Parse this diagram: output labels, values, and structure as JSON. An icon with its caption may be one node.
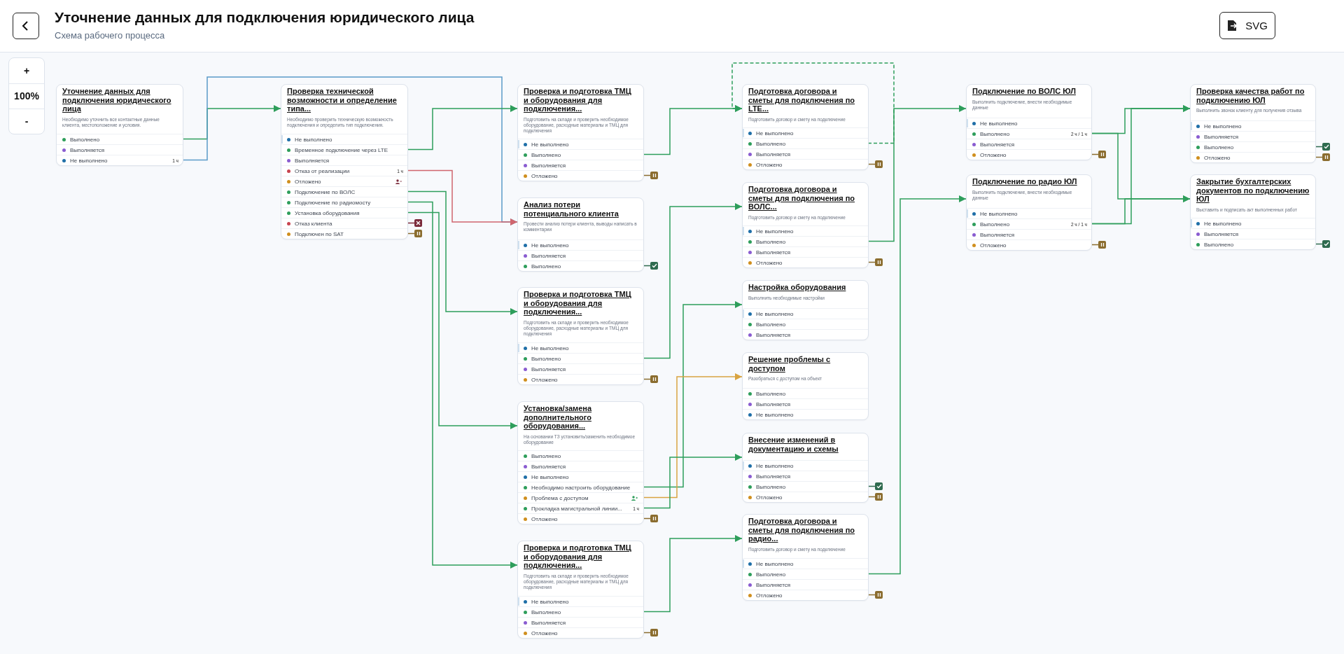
{
  "diagram": {
    "title": "Уточнение данных для подключения юридического лица",
    "nodes": [
      {
        "text": [
          "Уточнение данных для подключения юридического лица",
          "Необходимо уточнить все контактные данные клиента, местоположение и условия."
        ]
      },
      {
        "text": [
          "Выполнено"
        ],
        "in": 0
      },
      {
        "text": [
          "Выполняется"
        ],
        "in": 0
      },
      {
        "text": [
          "Не выполнено",
          "1 ч"
        ],
        "in": 0
      },
      {
        "text": [
          "Проверка технической возможности и определение типа...",
          "Необходимо проверить техническую возможность подключения и определить тип подключения."
        ]
      },
      {
        "text": [
          "Не выполнено"
        ],
        "in": 4
      },
      {
        "text": [
          "Временное подключение через LTE"
        ],
        "in": 4
      },
      {
        "text": [
          "Выполняется"
        ],
        "in": 4
      },
      {
        "text": [
          "Отказ от реализации",
          "1 ч"
        ],
        "in": 4
      },
      {
        "text": [
          "Отложено"
        ],
        "in": 4
      },
      {
        "text": [
          "Подключение по ВОЛС"
        ],
        "in": 4
      },
      {
        "text": [
          "Подключение по радиомосту"
        ],
        "in": 4
      },
      {
        "text": [
          "Установка оборудования"
        ],
        "in": 4
      },
      {
        "text": [
          "Отказ клиента"
        ],
        "in": 4
      },
      {
        "text": [
          "Подключен по SAT"
        ],
        "in": 4
      },
      {
        "text": [
          "Проверка и подготовка ТМЦ и оборудования для подключения...",
          "Подготовить на складе и проверить необходимое оборудование, расходные материалы и ТМЦ для подключения"
        ]
      },
      {
        "text": [
          "Не выполнено"
        ],
        "in": 15
      },
      {
        "text": [
          "Выполнено"
        ],
        "in": 15
      },
      {
        "text": [
          "Выполняется"
        ],
        "in": 15
      },
      {
        "text": [
          "Отложено"
        ],
        "in": 15
      },
      {
        "text": [
          "Анализ потери потенциального клиента",
          "Провести анализ потери клиента, выводы написать в комментарии"
        ]
      },
      {
        "text": [
          "Не выполнено"
        ],
        "in": 20
      },
      {
        "text": [
          "Выполняется"
        ],
        "in": 20
      },
      {
        "text": [
          "Выполнено"
        ],
        "in": 20
      },
      {
        "text": [
          "Проверка и подготовка ТМЦ и оборудования для подключения...",
          "Подготовить на складе и проверить необходимое оборудование, расходные материалы и ТМЦ для подключения"
        ]
      },
      {
        "text": [
          "Не выполнено"
        ],
        "in": 24
      },
      {
        "text": [
          "Выполнено"
        ],
        "in": 24
      },
      {
        "text": [
          "Выполняется"
        ],
        "in": 24
      },
      {
        "text": [
          "Отложено"
        ],
        "in": 24
      },
      {
        "text": [
          "Установка/замена дополнительного оборудования...",
          "На основании ТЗ установить/заменить необходимое оборудование"
        ]
      },
      {
        "text": [
          "Выполнено"
        ],
        "in": 29
      },
      {
        "text": [
          "Выполняется"
        ],
        "in": 29
      },
      {
        "text": [
          "Не выполнено"
        ],
        "in": 29
      },
      {
        "text": [
          "Необходимо настроить оборудование"
        ],
        "in": 29
      },
      {
        "text": [
          "Проблема с доступом"
        ],
        "in": 29
      },
      {
        "text": [
          "Прокладка магистральной линии...",
          "1 ч"
        ],
        "in": 29
      },
      {
        "text": [
          "Отложено"
        ],
        "in": 29
      },
      {
        "text": [
          "Проверка и подготовка ТМЦ и оборудования для подключения...",
          "Подготовить на складе и проверить необходимое оборудование, расходные материалы и ТМЦ для подключения"
        ]
      },
      {
        "text": [
          "Не выполнено"
        ],
        "in": 37
      },
      {
        "text": [
          "Выполнено"
        ],
        "in": 37
      },
      {
        "text": [
          "Выполняется"
        ],
        "in": 37
      },
      {
        "text": [
          "Отложено"
        ],
        "in": 37
      },
      {
        "text": [
          "Подготовка договора и сметы для подключения по LTE...",
          "Подготовить договор и смету на подключение"
        ]
      },
      {
        "text": [
          "Не выполнено"
        ],
        "in": 42
      },
      {
        "text": [
          "Выполнено"
        ],
        "in": 42
      },
      {
        "text": [
          "Выполняется"
        ],
        "in": 42
      },
      {
        "text": [
          "Отложено"
        ],
        "in": 42
      },
      {
        "text": [
          "Подготовка договора и сметы для подключения по ВОЛС...",
          "Подготовить договор и смету на подключение"
        ]
      },
      {
        "text": [
          "Не выполнено"
        ],
        "in": 47
      },
      {
        "text": [
          "Выполнено"
        ],
        "in": 47
      },
      {
        "text": [
          "Выполняется"
        ],
        "in": 47
      },
      {
        "text": [
          "Отложено"
        ],
        "in": 47
      },
      {
        "text": [
          "Настройка оборудования",
          "Выполнить необходимые настройки"
        ]
      },
      {
        "text": [
          "Не выполнено"
        ],
        "in": 52
      },
      {
        "text": [
          "Выполнено"
        ],
        "in": 52
      },
      {
        "text": [
          "Выполняется"
        ],
        "in": 52
      },
      {
        "text": [
          "Решение проблемы с доступом",
          "Разобраться с доступом на объект"
        ]
      },
      {
        "text": [
          "Выполнено"
        ],
        "in": 56
      },
      {
        "text": [
          "Выполняется"
        ],
        "in": 56
      },
      {
        "text": [
          "Не выполнено"
        ],
        "in": 56
      },
      {
        "text": [
          "Внесение изменений в документацию и схемы"
        ]
      },
      {
        "text": [
          "Не выполнено"
        ],
        "in": 60
      },
      {
        "text": [
          "Выполняется"
        ],
        "in": 60
      },
      {
        "text": [
          "Выполнено"
        ],
        "in": 60
      },
      {
        "text": [
          "Отложено"
        ],
        "in": 60
      },
      {
        "text": [
          "Подготовка договора и сметы для подключения по радио...",
          "Подготовить договор и смету на подключение"
        ]
      },
      {
        "text": [
          "Не выполнено"
        ],
        "in": 65
      },
      {
        "text": [
          "Выполнено"
        ],
        "in": 65
      },
      {
        "text": [
          "Выполняется"
        ],
        "in": 65
      },
      {
        "text": [
          "Отложено"
        ],
        "in": 65
      },
      {
        "text": [
          "Подключение по ВОЛС ЮЛ",
          "Выполнить подключение, внести необходимые данные"
        ]
      },
      {
        "text": [
          "Не выполнено"
        ],
        "in": 70
      },
      {
        "text": [
          "Выполнено",
          "2 ч / 1 ч"
        ],
        "in": 70
      },
      {
        "text": [
          "Выполняется"
        ],
        "in": 70
      },
      {
        "text": [
          "Отложено"
        ],
        "in": 70
      },
      {
        "text": [
          "Подключение по радио ЮЛ",
          "Выполнить подключение, внести необходимые данные"
        ]
      },
      {
        "text": [
          "Не выполнено"
        ],
        "in": 75
      },
      {
        "text": [
          "Выполнено",
          "2 ч / 1 ч"
        ],
        "in": 75
      },
      {
        "text": [
          "Выполняется"
        ],
        "in": 75
      },
      {
        "text": [
          "Отложено"
        ],
        "in": 75
      },
      {
        "text": [
          "Проверка качества работ по подключению ЮЛ",
          "Выполнить звонок клиенту для получения отзыва"
        ]
      },
      {
        "text": [
          "Не выполнено"
        ],
        "in": 80
      },
      {
        "text": [
          "Выполняется"
        ],
        "in": 80
      },
      {
        "text": [
          "Выполнено"
        ],
        "in": 80
      },
      {
        "text": [
          "Отложено"
        ],
        "in": 80
      },
      {
        "text": [
          "Закрытие бухгалтерских документов по подключению ЮЛ",
          "Выставить и подписать акт выполненных работ"
        ]
      },
      {
        "text": [
          "Не выполнено"
        ],
        "in": 85
      },
      {
        "text": [
          "Выполняется"
        ],
        "in": 85
      },
      {
        "text": [
          "Выполнено"
        ],
        "in": 85
      },
      {
        "text": [],
        "shape": "box"
      },
      {
        "text": [],
        "shape": "box"
      },
      {
        "text": [],
        "shape": "box"
      },
      {
        "text": [],
        "shape": "box"
      },
      {
        "text": [],
        "shape": "box"
      },
      {
        "text": [],
        "shape": "box"
      },
      {
        "text": [],
        "shape": "box"
      },
      {
        "text": [],
        "shape": "box"
      },
      {
        "text": [],
        "shape": "box"
      },
      {
        "text": [],
        "shape": "box"
      },
      {
        "text": [],
        "shape": "box"
      },
      {
        "text": [],
        "shape": "box"
      },
      {
        "text": [],
        "shape": "box"
      },
      {
        "text": [],
        "shape": "box"
      },
      {
        "text": [],
        "shape": "box"
      },
      {
        "text": [],
        "shape": "box"
      },
      {
        "text": [],
        "shape": "box"
      }
    ],
    "edges": [
      {
        "from": 1,
        "to": 4,
        "arrow": "to"
      },
      {
        "from": 3,
        "to": 20,
        "arrow": "to",
        "color": "#5b9bc8"
      },
      {
        "from": 6,
        "to": 15,
        "arrow": "to"
      },
      {
        "from": 8,
        "to": 20,
        "arrow": "to",
        "color": "#d0666e"
      },
      {
        "from": 10,
        "to": 24,
        "arrow": "to"
      },
      {
        "from": 11,
        "to": 37,
        "arrow": "to"
      },
      {
        "from": 12,
        "to": 29,
        "arrow": "to"
      },
      {
        "from": 13,
        "to": 89,
        "arrow": "none",
        "color": "#7a2a3a"
      },
      {
        "from": 14,
        "to": 90,
        "arrow": "none",
        "color": "#8b6d2f"
      },
      {
        "from": 17,
        "to": 42,
        "arrow": "to"
      },
      {
        "from": 19,
        "to": 91,
        "arrow": "none",
        "color": "#8b6d2f"
      },
      {
        "from": 23,
        "to": 92,
        "arrow": "none",
        "color": "#2f6b4f"
      },
      {
        "from": 26,
        "to": 47,
        "arrow": "to"
      },
      {
        "from": 28,
        "to": 93,
        "arrow": "none",
        "color": "#8b6d2f"
      },
      {
        "from": 33,
        "to": 52,
        "arrow": "to"
      },
      {
        "from": 34,
        "to": 56,
        "arrow": "to",
        "color": "#d9a441"
      },
      {
        "from": 35,
        "to": 60,
        "arrow": "to"
      },
      {
        "from": 36,
        "to": 94,
        "arrow": "none",
        "color": "#8b6d2f"
      },
      {
        "from": 39,
        "to": 65,
        "arrow": "to"
      },
      {
        "from": 41,
        "to": 95,
        "arrow": "none",
        "color": "#8b6d2f"
      },
      {
        "from": 44,
        "to": 42,
        "arrow": "to",
        "style": "dashed"
      },
      {
        "from": 46,
        "to": 96,
        "arrow": "none",
        "color": "#8b6d2f"
      },
      {
        "from": 49,
        "to": 70,
        "arrow": "to"
      },
      {
        "from": 51,
        "to": 97,
        "arrow": "none",
        "color": "#8b6d2f"
      },
      {
        "from": 63,
        "to": 98,
        "arrow": "none",
        "color": "#2f6b4f"
      },
      {
        "from": 64,
        "to": 99,
        "arrow": "none",
        "color": "#8b6d2f"
      },
      {
        "from": 67,
        "to": 75,
        "arrow": "to"
      },
      {
        "from": 69,
        "to": 100,
        "arrow": "none",
        "color": "#8b6d2f"
      },
      {
        "from": 72,
        "to": 80,
        "arrow": "to"
      },
      {
        "from": 72,
        "to": 85,
        "arrow": "to"
      },
      {
        "from": 77,
        "to": 80,
        "arrow": "to"
      },
      {
        "from": 77,
        "to": 85,
        "arrow": "to"
      },
      {
        "from": 74,
        "to": 101,
        "arrow": "none",
        "color": "#8b6d2f"
      },
      {
        "from": 79,
        "to": 102,
        "arrow": "none",
        "color": "#8b6d2f"
      },
      {
        "from": 83,
        "to": 103,
        "arrow": "none",
        "color": "#2f6b4f"
      },
      {
        "from": 84,
        "to": 104,
        "arrow": "none",
        "color": "#8b6d2f"
      },
      {
        "from": 88,
        "to": 105,
        "arrow": "none",
        "color": "#2f6b4f"
      }
    ],
    "labels": [
      "Схема рабочего процесса",
      "SVG",
      "+",
      "100%",
      "-"
    ]
  }
}
